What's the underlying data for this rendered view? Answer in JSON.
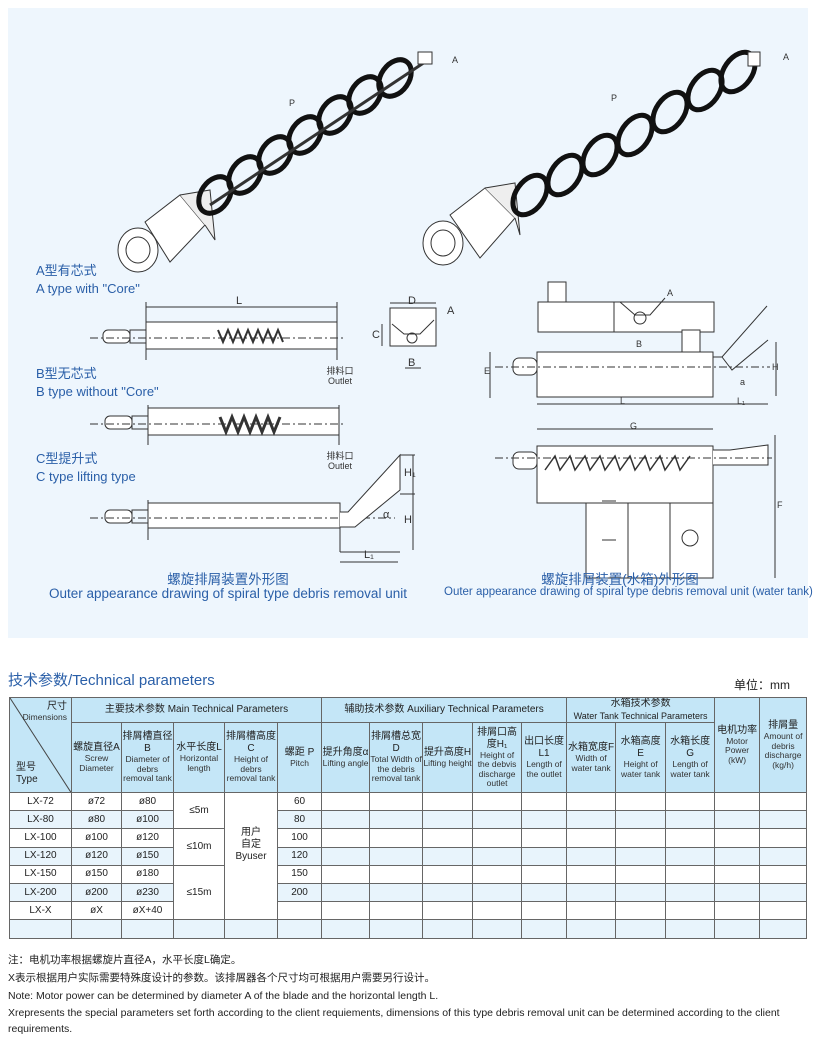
{
  "drawings": {
    "type_a_zh": "A型有芯式",
    "type_a_en": "A type with \"Core\"",
    "type_b_zh": "B型无芯式",
    "type_b_en": "B type without \"Core\"",
    "type_c_zh": "C型提升式",
    "type_c_en": "C type lifting type",
    "outlet_zh": "排料口",
    "outlet_en": "Outlet",
    "caption_left_zh": "螺旋排屑装置外形图",
    "caption_left_en": "Outer appearance drawing of spiral type debris removal unit",
    "caption_right_zh": "螺旋排屑装置(水箱)外形图",
    "caption_right_en": "Outer appearance drawing of spiral type debris removal unit (water tank)",
    "dims": {
      "L": "L",
      "D": "D",
      "A": "A",
      "C": "C",
      "B": "B",
      "H1": "H₁",
      "H": "H",
      "L1": "L₁",
      "alpha": "α",
      "P": "P",
      "E": "E",
      "G": "G",
      "F": "F",
      "a": "a"
    }
  },
  "section": {
    "title": "技术参数/Technical parameters",
    "unit": "单位：mm"
  },
  "table": {
    "corner": {
      "dim_zh": "尺寸",
      "dim_en": "Dimensions",
      "type_zh": "型号",
      "type_en": "Type"
    },
    "groups": {
      "main": "主要技术参数  Main Technical Parameters",
      "aux": "辅助技术参数  Auxiliary Technical Parameters",
      "tank_zh": "水箱技术参数",
      "tank_en": "Water Tank Technical Parameters"
    },
    "headers": [
      {
        "zh": "螺旋直径A",
        "en": "Screw Diameter"
      },
      {
        "zh": "排屑槽直径B",
        "en": "Diameter of debrs removal tank"
      },
      {
        "zh": "水平长度L",
        "en": "Horizontal length"
      },
      {
        "zh": "排屑槽高度C",
        "en": "Height of debrs removal tank"
      },
      {
        "zh": "螺距 P",
        "en": "Pitch"
      },
      {
        "zh": "提升角度α",
        "en": "Lifting angle"
      },
      {
        "zh": "排屑槽总宽D",
        "en": "Total Width of the debris removal tank"
      },
      {
        "zh": "提升高度H",
        "en": "Lifting height"
      },
      {
        "zh": "排屑口高度H₁",
        "en": "Height of the debvis discharge outlet"
      },
      {
        "zh": "出口长度L1",
        "en": "Length of the outlet"
      },
      {
        "zh": "水箱宽度F",
        "en": "Width of water tank"
      },
      {
        "zh": "水箱高度 E",
        "en": "Height of water tank"
      },
      {
        "zh": "水箱长度 G",
        "en": "Length of water tank"
      },
      {
        "zh": "电机功率",
        "en": "Motor Power (kW)"
      },
      {
        "zh": "排屑量",
        "en": "Amount of debris discharge (kg/h)"
      }
    ],
    "rows": [
      {
        "type": "LX-72",
        "a": "ø72",
        "b": "ø80",
        "p": "60"
      },
      {
        "type": "LX-80",
        "a": "ø80",
        "b": "ø100",
        "p": "80"
      },
      {
        "type": "LX-100",
        "a": "ø100",
        "b": "ø120",
        "p": "100"
      },
      {
        "type": "LX-120",
        "a": "ø120",
        "b": "ø150",
        "p": "120"
      },
      {
        "type": "LX-150",
        "a": "ø150",
        "b": "ø180",
        "p": "150"
      },
      {
        "type": "LX-200",
        "a": "ø200",
        "b": "ø230",
        "p": "200"
      },
      {
        "type": "LX-X",
        "a": "øX",
        "b": "øX+40",
        "p": ""
      }
    ],
    "length_groups": [
      "≤5m",
      "≤10m",
      "≤15m"
    ],
    "height_c": {
      "zh1": "用户",
      "zh2": "自定",
      "en": "Byuser"
    }
  },
  "notes": [
    "注：电机功率根据螺旋片直径A，水平长度L确定。",
    "X表示根据用户实际需要特殊度设计的参数。该排屑器各个尺寸均可根据用户需要另行设计。",
    "Note: Motor power can be determined by diameter A of the blade and the horizontal length L.",
    "Xrepresents the special parameters set forth according to the client requiements, dimensions of this type debris removal unit can be determined according to the client requirements."
  ],
  "colors": {
    "accent": "#2a5fa8",
    "panel": "#eef6fd",
    "header": "#c4e6f7",
    "row_alt": "#e8f4fc"
  }
}
